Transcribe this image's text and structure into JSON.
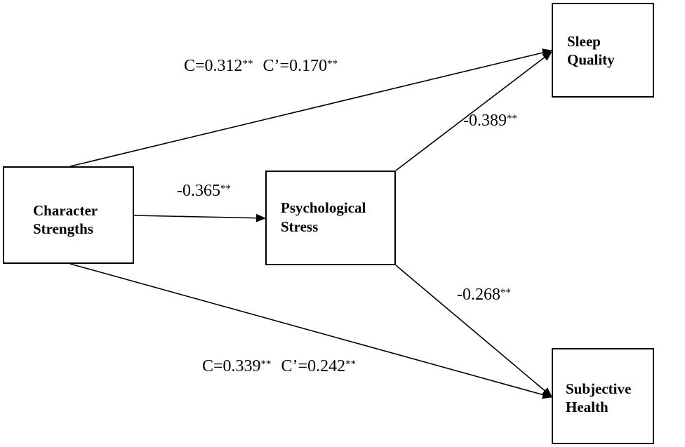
{
  "nodes": {
    "character_strengths": {
      "line1": "Character",
      "line2": "Strengths"
    },
    "psychological_stress": {
      "line1": "Psychological",
      "line2": "Stress"
    },
    "sleep_quality": {
      "line1": "Sleep",
      "line2": "Quality"
    },
    "subjective_health": {
      "line1": "Subjective",
      "line2": "Health"
    }
  },
  "paths": {
    "cs_to_sleep": {
      "c": "C=0.312",
      "c_sig": "**",
      "c_prime": "C’=0.170",
      "c_prime_sig": "**"
    },
    "cs_to_health": {
      "c": "C=0.339",
      "c_sig": "**",
      "c_prime": "C’=0.242",
      "c_prime_sig": "**"
    },
    "cs_to_stress": {
      "value": "-0.365",
      "sig": "**"
    },
    "stress_to_sleep": {
      "value": "-0.389",
      "sig": "**"
    },
    "stress_to_health": {
      "value": "-0.268",
      "sig": "**"
    }
  }
}
